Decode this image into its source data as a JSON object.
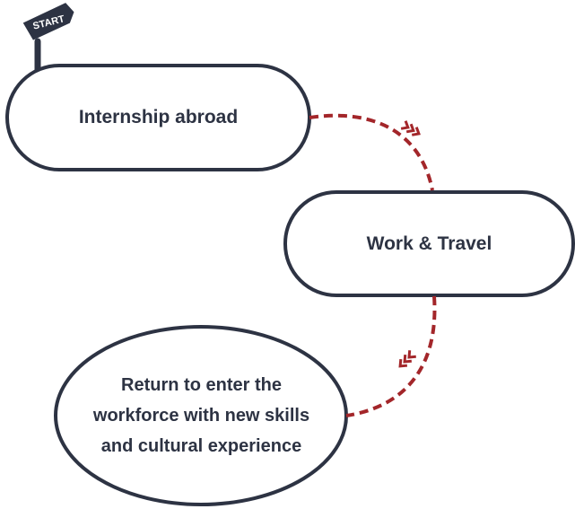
{
  "start_flag": {
    "label": "START"
  },
  "nodes": [
    {
      "label": "Internship abroad"
    },
    {
      "label": "Work & Travel"
    },
    {
      "label": "Return to enter the workforce with new skills and cultural experience"
    }
  ],
  "colors": {
    "outline": "#2d3343",
    "connector": "#a3262a",
    "text": "#2d3343",
    "flag_fill": "#2d3343",
    "flag_text": "#ffffff"
  }
}
